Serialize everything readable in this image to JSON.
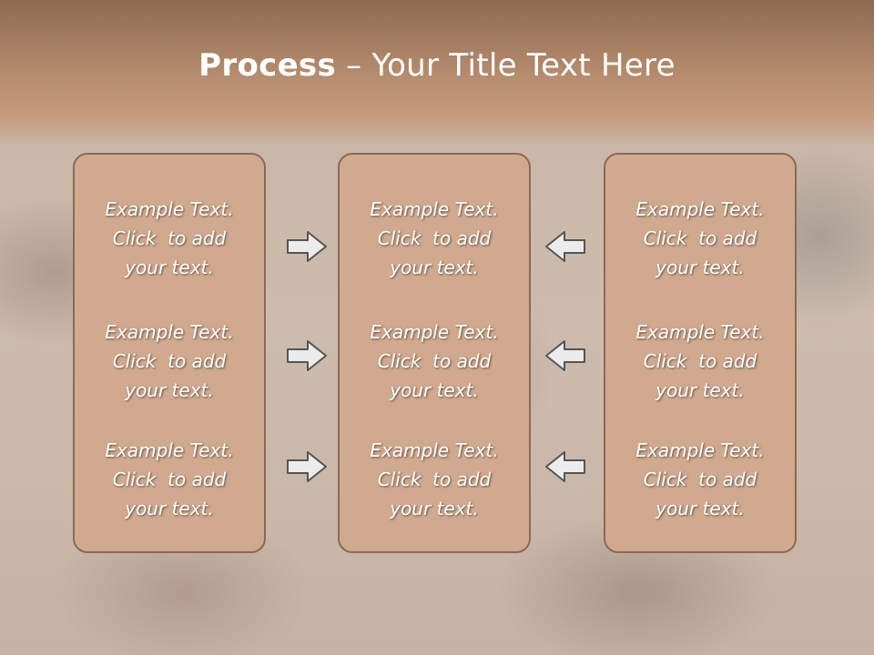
{
  "title": {
    "bold": "Process",
    "rest": " – Your Title Text Here"
  },
  "columns": [
    {
      "items": [
        {
          "line1": "Example Text.",
          "line2": "Click  to add",
          "line3": "your text."
        },
        {
          "line1": "Example Text.",
          "line2": "Click  to add",
          "line3": "your text."
        },
        {
          "line1": "Example Text.",
          "line2": "Click  to add",
          "line3": "your text."
        }
      ]
    },
    {
      "items": [
        {
          "line1": "Example Text.",
          "line2": "Click  to add",
          "line3": "your text."
        },
        {
          "line1": "Example Text.",
          "line2": "Click  to add",
          "line3": "your text."
        },
        {
          "line1": "Example Text.",
          "line2": "Click  to add",
          "line3": "your text."
        }
      ]
    },
    {
      "items": [
        {
          "line1": "Example Text.",
          "line2": "Click  to add",
          "line3": "your text."
        },
        {
          "line1": "Example Text.",
          "line2": "Click  to add",
          "line3": "your text."
        },
        {
          "line1": "Example Text.",
          "line2": "Click  to add",
          "line3": "your text."
        }
      ]
    }
  ],
  "arrows": {
    "left_group": "arrow-right-icon",
    "right_group": "arrow-left-icon",
    "fill": "#ececec",
    "stroke": "#555555"
  },
  "colors": {
    "box_fill": "#d0a98e",
    "box_border": "#8a6a56",
    "banner": "#b88e70",
    "text": "#ffffff"
  }
}
